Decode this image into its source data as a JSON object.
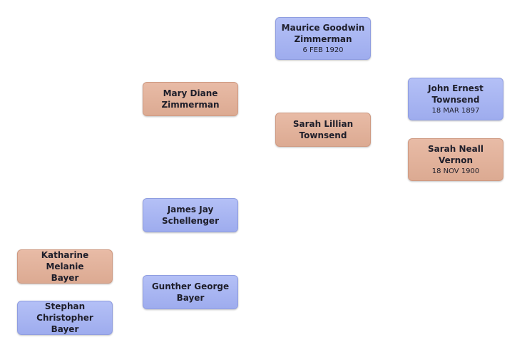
{
  "people": {
    "katharine": {
      "name": "Katharine Melanie\nBayer",
      "date": "",
      "gender": "female"
    },
    "stephan": {
      "name": "Stephan\nChristopher  Bayer",
      "date": "",
      "gender": "male"
    },
    "mary": {
      "name": "Mary Diane\nZimmerman",
      "date": "",
      "gender": "female"
    },
    "james": {
      "name": "James Jay\nSchellenger",
      "date": "",
      "gender": "male"
    },
    "gunther": {
      "name": "Gunther George\nBayer",
      "date": "",
      "gender": "male"
    },
    "maurice": {
      "name": "Maurice Goodwin\nZimmerman",
      "date": "6 FEB 1920",
      "gender": "male"
    },
    "sarah_lillian": {
      "name": "Sarah Lillian\nTownsend",
      "date": "",
      "gender": "female"
    },
    "john": {
      "name": "John Ernest\nTownsend",
      "date": "18 MAR 1897",
      "gender": "male"
    },
    "sarah_neall": {
      "name": "Sarah Neall\nVernon",
      "date": "18 NOV 1900",
      "gender": "female"
    }
  }
}
